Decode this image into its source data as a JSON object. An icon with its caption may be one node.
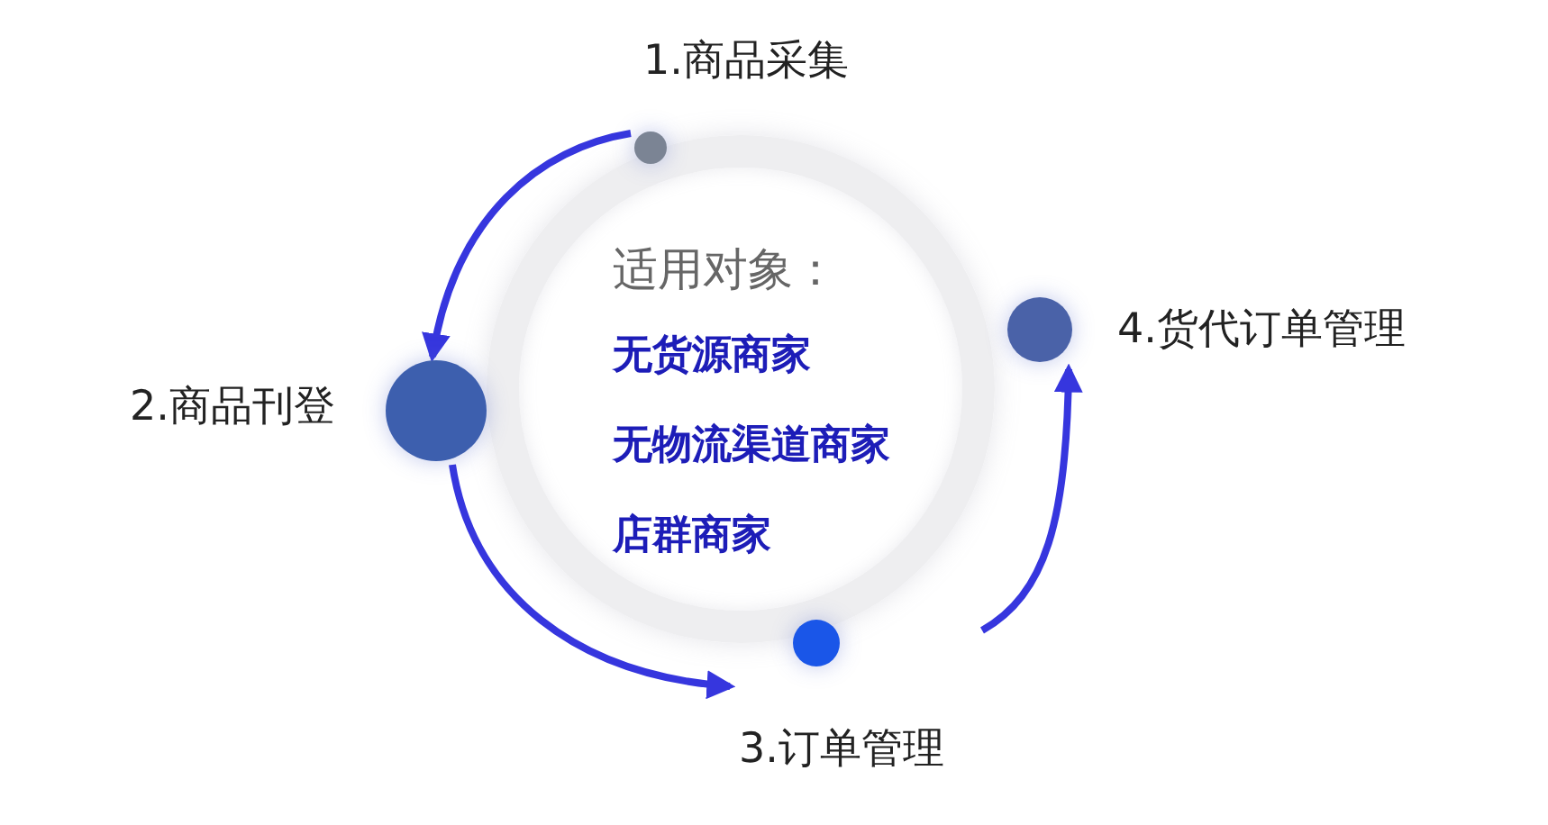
{
  "diagram": {
    "nodes": [
      {
        "text": [
          "适用对象：",
          "无货源商家",
          "无物流渠道商家",
          "店群商家"
        ]
      },
      {
        "text": [
          "1.商品采集"
        ]
      },
      {
        "text": [
          "2.商品刊登"
        ]
      },
      {
        "text": [
          "3.订单管理"
        ]
      },
      {
        "text": [
          "4.货代订单管理"
        ]
      }
    ],
    "edges": [
      {
        "from": 1,
        "to": 2,
        "arrow": "to"
      },
      {
        "from": 2,
        "to": 3,
        "arrow": "to"
      },
      {
        "from": 3,
        "to": 4,
        "arrow": "to"
      }
    ]
  }
}
